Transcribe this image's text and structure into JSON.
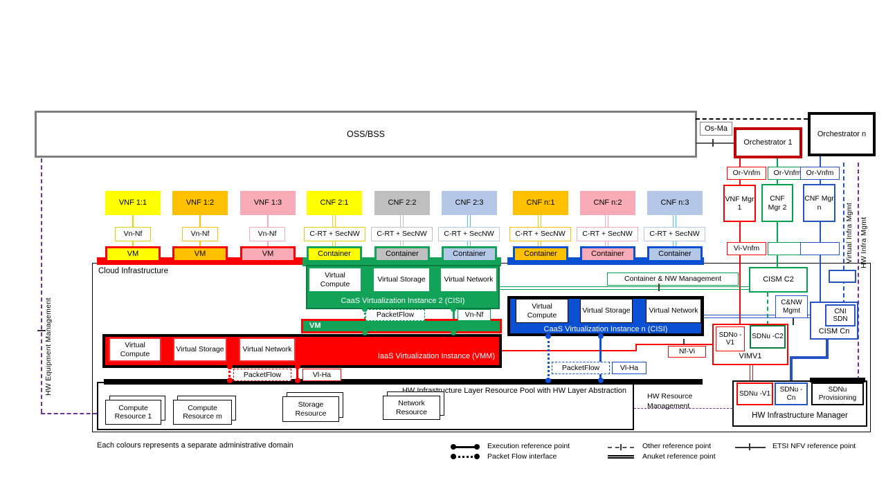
{
  "labels": {
    "oss": "OSS/BSS",
    "os_ma": "Os-Ma",
    "orch1": "Orchestrator 1",
    "orchn": "Orchestrator n",
    "or_vnfm": "Or-Vnfm",
    "vi_vnfm": "Vi-Vnfm",
    "vnf_mgr1": "VNF Mgr 1",
    "cnf_mgr2": "CNF Mgr 2",
    "cnf_mgrn": "CNF Mgr n",
    "virtual_infra_mgmt": "Virtual Infra Mgmt",
    "hw_infra_mgmt": "HW Infra Mgmt",
    "hw_equipment_mgmt": "HW Equipment Management",
    "cloud_infrastructure": "Cloud Infrastructure",
    "vn_nf": "Vn-Nf",
    "c_rt_secnw": "C-RT + SecNW",
    "vm": "VM",
    "container": "Container",
    "virtual_compute": "Virtual Compute",
    "virtual_storage": "Virtual Storage",
    "virtual_network": "Virtual Network",
    "caas2": "CaaS Virtualization Instance 2 (CISI)",
    "caasn": "CaaS Virtualization Instance n (CISI)",
    "iaas": "IaaS Virtualization Instance (VMM)",
    "packetflow": "PacketFlow",
    "vl_ha": "Vl-Ha",
    "nf_vi": "Nf-Vi",
    "container_nw_mgmt": "Container & NW Management",
    "cism_c2": "CISM C2",
    "cism_cn": "CISM Cn",
    "cnw_mgmt": "C&NW Mgmt",
    "cni_sdn": "CNI SDN",
    "sdno_v1": "SDNo -V1",
    "sdnu_c2": "SDNu -C2",
    "sdnu_v1": "SDNu -V1",
    "sdnu_cn": "SDNu -Cn",
    "sdnu_prov": "SDNu Provisioning",
    "vimv1": "VIMV1",
    "hw_pool": "HW Infrastructure Layer Resource Pool with HW Layer Abstraction",
    "hw_resource_mgmt": "HW Resource Management",
    "hw_infra_manager": "HW Infrastructure Manager",
    "compute_r1": "Compute Resource 1",
    "compute_rm": "Compute Resource m",
    "storage_r": "Storage Resource",
    "network_r": "Network Resource"
  },
  "nfs": [
    {
      "label": "VNF 1:1",
      "fill": "#FFFF00"
    },
    {
      "label": "VNF 1:2",
      "fill": "#FFC000"
    },
    {
      "label": "VNF 1:3",
      "fill": "#F6ABB6"
    },
    {
      "label": "CNF 2:1",
      "fill": "#FFFF00"
    },
    {
      "label": "CNF 2:2",
      "fill": "#BFBFBF"
    },
    {
      "label": "CNF 2:3",
      "fill": "#B4C7E7"
    },
    {
      "label": "CNF n:1",
      "fill": "#FFC000"
    },
    {
      "label": "CNF n:2",
      "fill": "#F6ABB6"
    },
    {
      "label": "CNF n:3",
      "fill": "#B4C7E7"
    }
  ],
  "legend": {
    "admin_note": "Each colours represents a separate administrative domain",
    "items": [
      {
        "label": "Execution reference point"
      },
      {
        "label": "Packet Flow interface"
      },
      {
        "label": "Other reference point"
      },
      {
        "label": "Anuket reference point"
      },
      {
        "label": "ETSI NFV reference point"
      }
    ]
  },
  "colors": {
    "red": "#FF0000",
    "dark_red": "#C00000",
    "green": "#12A258",
    "line_green": "#00A14E",
    "blue": "#2353C4",
    "caas_blue": "#0B4FD2",
    "purple": "#7030A0",
    "yellow": "#FFFF00",
    "orange": "#FFC000",
    "pink": "#F6ABB6",
    "gray": "#BFBFBF",
    "light_blue": "#B4C7E7",
    "cyan": "#41C8F0",
    "gray_border": "#7F7F7F"
  }
}
